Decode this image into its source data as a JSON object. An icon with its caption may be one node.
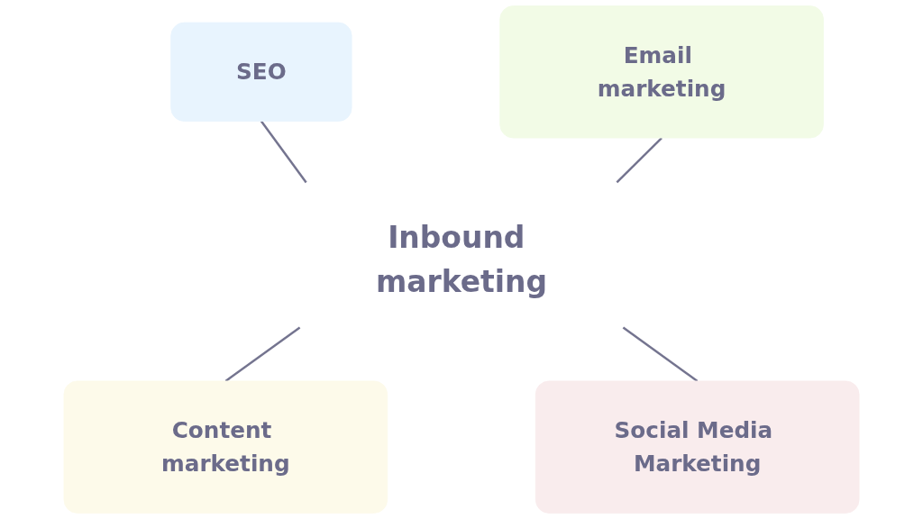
{
  "diagram": {
    "nodes": [
      {
        "text": [
          "SEO"
        ]
      },
      {
        "text": [
          "Email marketing"
        ]
      },
      {
        "text": [
          "Inbound marketing"
        ]
      },
      {
        "text": [
          "Content marketing"
        ]
      },
      {
        "text": [
          "Social Media Marketing"
        ]
      }
    ],
    "edges": [
      {
        "from": 0,
        "to": 2,
        "arrow": "none"
      },
      {
        "from": 1,
        "to": 2,
        "arrow": "none"
      },
      {
        "from": 2,
        "to": 3,
        "arrow": "none"
      },
      {
        "from": 2,
        "to": 4,
        "arrow": "none"
      }
    ]
  }
}
